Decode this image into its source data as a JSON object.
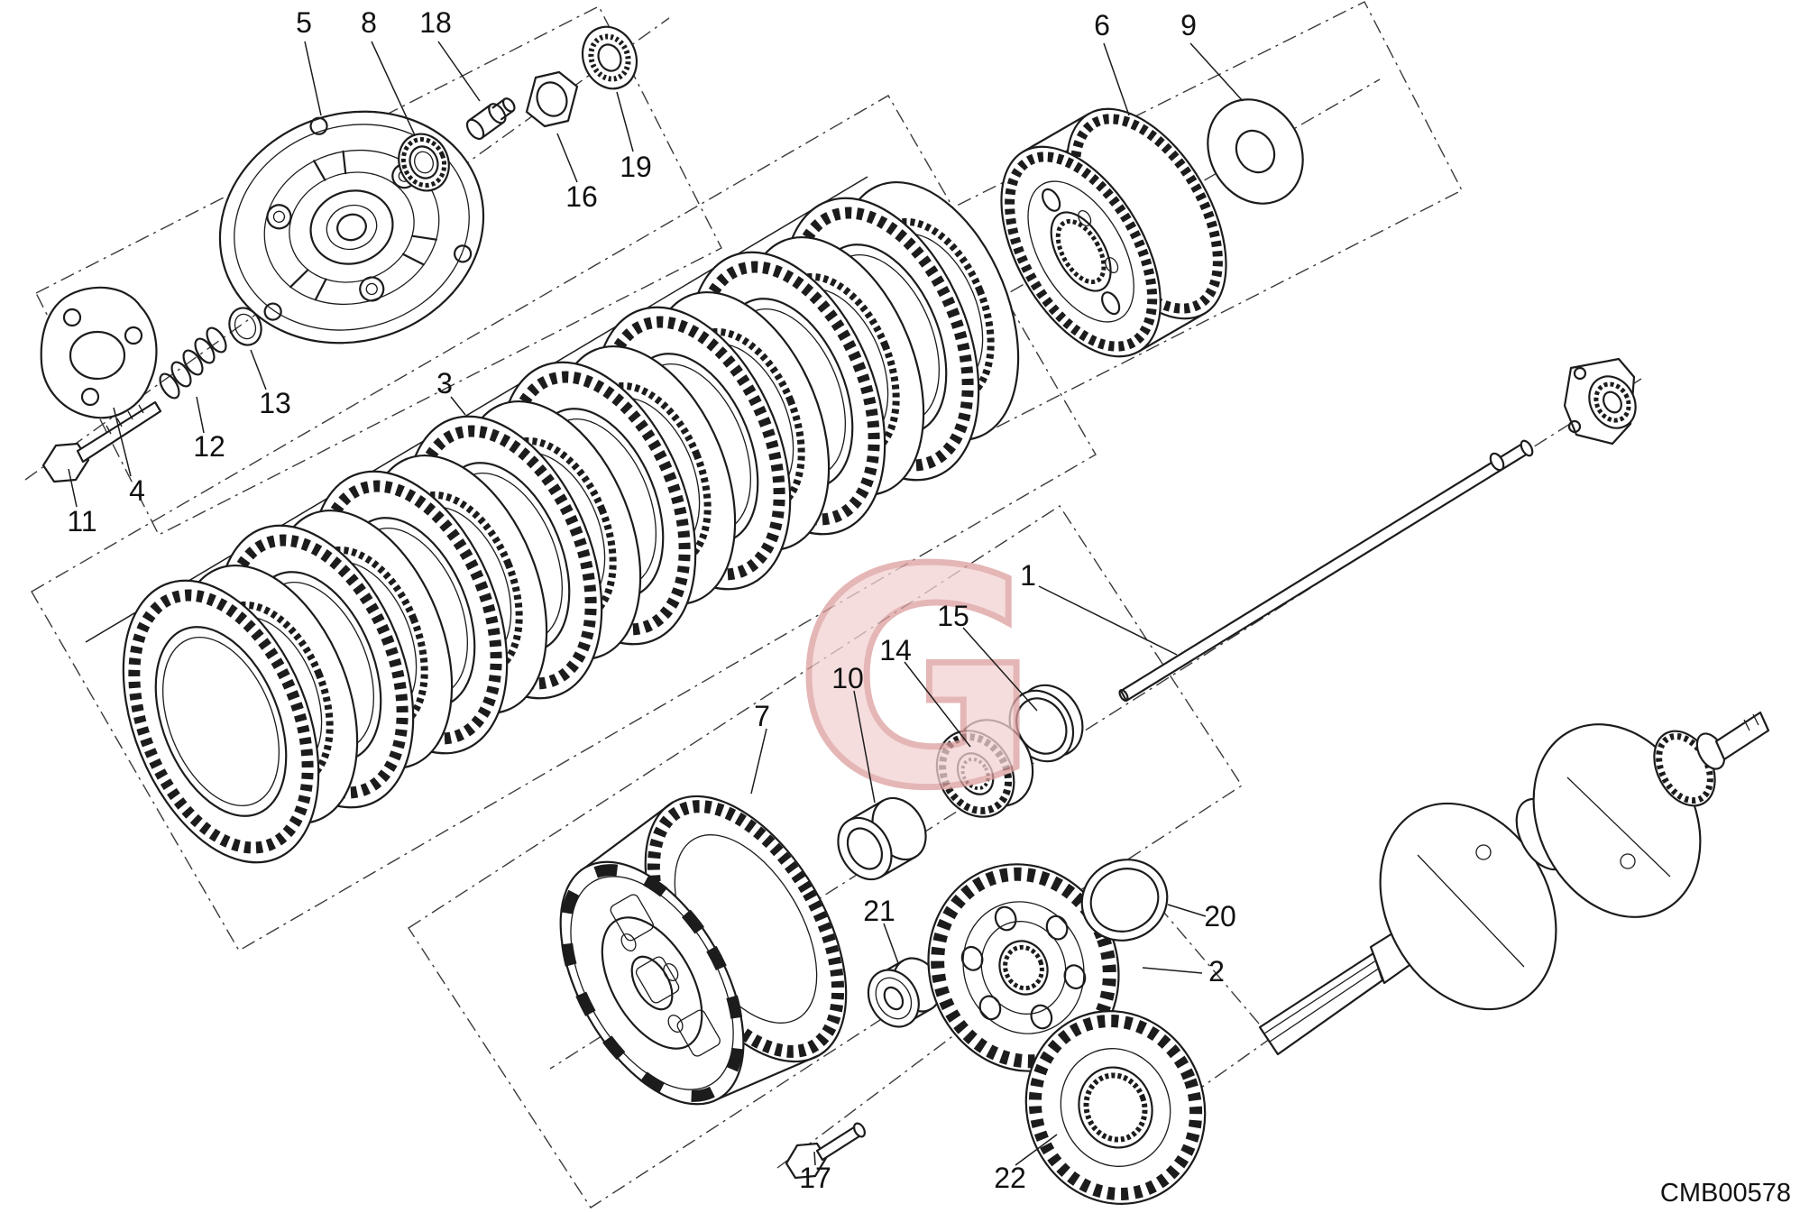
{
  "watermark": "G",
  "drawing_code": "CMB00578",
  "callouts": [
    {
      "label": "1"
    },
    {
      "label": "2"
    },
    {
      "label": "3"
    },
    {
      "label": "4"
    },
    {
      "label": "5"
    },
    {
      "label": "6"
    },
    {
      "label": "7"
    },
    {
      "label": "8"
    },
    {
      "label": "9"
    },
    {
      "label": "10"
    },
    {
      "label": "11"
    },
    {
      "label": "12"
    },
    {
      "label": "13"
    },
    {
      "label": "14"
    },
    {
      "label": "15"
    },
    {
      "label": "16"
    },
    {
      "label": "17"
    },
    {
      "label": "18"
    },
    {
      "label": "19"
    },
    {
      "label": "20"
    },
    {
      "label": "21"
    },
    {
      "label": "22"
    }
  ]
}
